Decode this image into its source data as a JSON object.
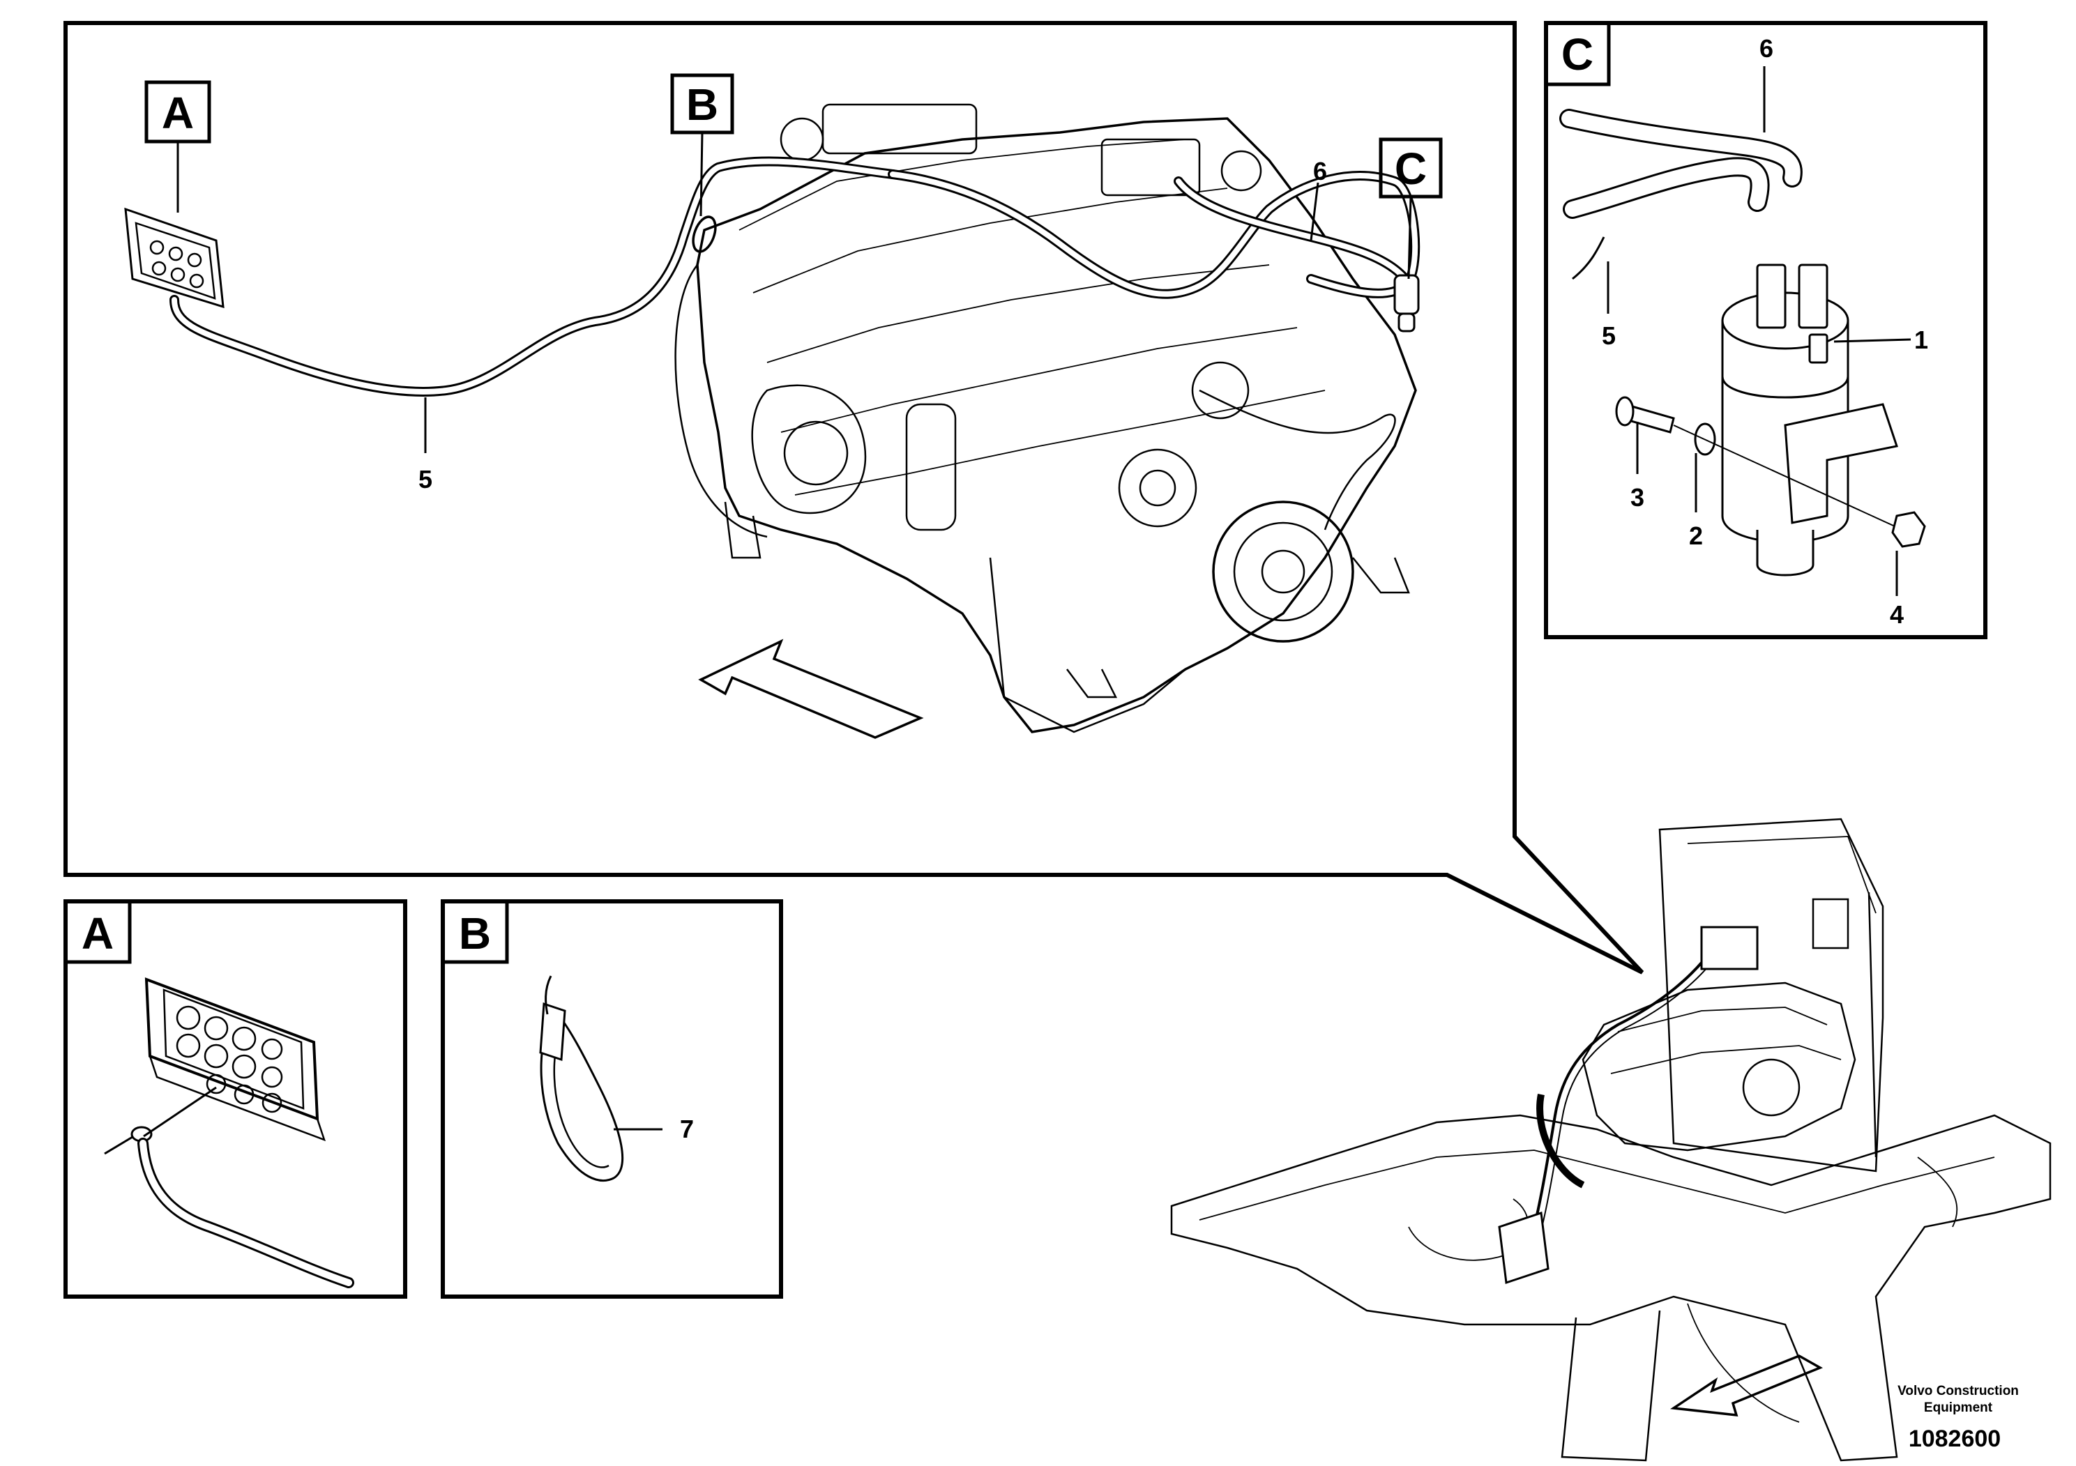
{
  "detail_letters": {
    "main_a": "A",
    "main_b": "B",
    "main_c": "C",
    "detail_c": "C",
    "detail_a": "A",
    "detail_b": "B"
  },
  "callouts": {
    "main_5": "5",
    "main_6": "6",
    "c_1": "1",
    "c_2": "2",
    "c_3": "3",
    "c_4": "4",
    "c_5": "5",
    "c_6": "6",
    "b_7": "7"
  },
  "footer": {
    "company_line1": "Volvo Construction",
    "company_line2": "Equipment",
    "doc_number": "1082600"
  }
}
